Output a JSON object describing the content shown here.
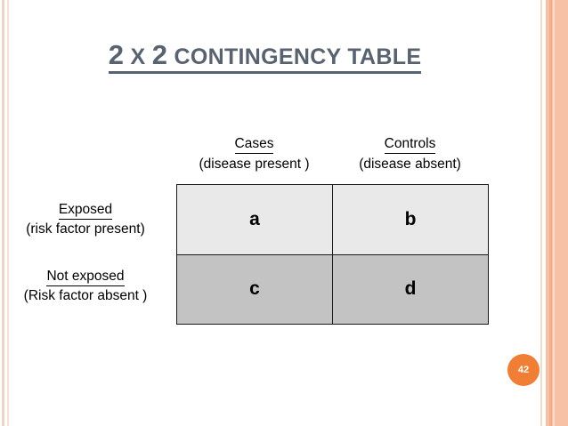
{
  "slide": {
    "title_prefix_1": "2",
    "title_x": "X",
    "title_prefix_2": "2",
    "title_rest": "CONTINGENCY TABLE",
    "page_number": "42",
    "accent_color": "#f07f35",
    "title_color": "#596370",
    "stripe_color": "#f7c1a6"
  },
  "table": {
    "columns": [
      {
        "label": "Cases",
        "sublabel": "(disease present )"
      },
      {
        "label": "Controls",
        "sublabel": "(disease absent)"
      }
    ],
    "rows": [
      {
        "label": "Exposed",
        "sublabel": "(risk factor present)",
        "cells": [
          "a",
          "b"
        ],
        "fill": "#e9e9e9"
      },
      {
        "label": "Not exposed",
        "sublabel": "(Risk factor absent )",
        "cells": [
          "c",
          "d"
        ],
        "fill": "#c3c3c3"
      }
    ]
  }
}
